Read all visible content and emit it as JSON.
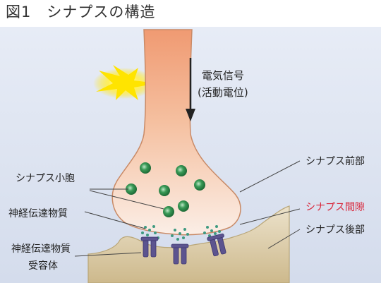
{
  "title": "図1　シナプスの構造",
  "signal": {
    "line1": "電気信号",
    "line2": "(活動電位)"
  },
  "labels": {
    "vesicle": "シナプス小胞",
    "transmitter": "神経伝達物質",
    "receptor_line1": "神経伝達物質",
    "receptor_line2": "受容体",
    "presynaptic": "シナプス前部",
    "cleft": "シナプス間隙",
    "postsynaptic": "シナプス後部"
  },
  "colors": {
    "panel_bg": "#dde4f1",
    "neuron_fill": "#f2b795",
    "neuron_stroke": "#c98a66",
    "vesicle": "#2e8a4b",
    "receptor": "#5c548f",
    "post_fill": "#d8c8a2",
    "flash": "#ffe400",
    "cleft_text": "#d9263a"
  }
}
